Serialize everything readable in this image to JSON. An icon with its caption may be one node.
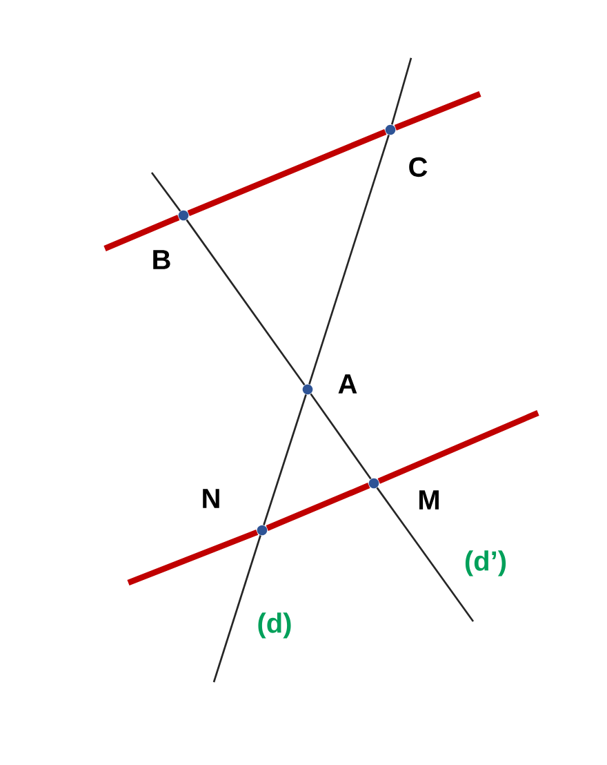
{
  "diagram": {
    "nodes": [
      {
        "text": [],
        "shape": "circle",
        "beside": [
          "C"
        ]
      },
      {
        "text": [],
        "shape": "circle",
        "beside": [
          "B"
        ]
      },
      {
        "text": [],
        "shape": "circle",
        "beside": [
          "A"
        ]
      },
      {
        "text": [],
        "shape": "circle",
        "beside": [
          "M"
        ]
      },
      {
        "text": [],
        "shape": "circle",
        "beside": [
          "N"
        ]
      }
    ],
    "edges": [
      {
        "from": 1,
        "to": 0,
        "arrow": "none",
        "color": "#c00000",
        "style": "thick"
      },
      {
        "from": null,
        "to": 1,
        "arrow": "none",
        "color": "#c00000",
        "style": "thick"
      },
      {
        "from": 0,
        "to": null,
        "arrow": "none",
        "color": "#c00000",
        "style": "thick"
      },
      {
        "from": 4,
        "to": 3,
        "arrow": "none",
        "color": "#c00000",
        "style": "thick"
      },
      {
        "from": null,
        "to": 4,
        "arrow": "none",
        "color": "#c00000",
        "style": "thick"
      },
      {
        "from": 3,
        "to": null,
        "arrow": "none",
        "color": "#c00000",
        "style": "thick"
      },
      {
        "from": null,
        "to": 0,
        "arrow": "none"
      },
      {
        "from": 0,
        "to": 2,
        "arrow": "none"
      },
      {
        "from": 2,
        "to": 4,
        "arrow": "none"
      },
      {
        "from": 4,
        "to": null,
        "arrow": "none"
      },
      {
        "from": null,
        "to": 1,
        "arrow": "none"
      },
      {
        "from": 1,
        "to": 2,
        "arrow": "none"
      },
      {
        "from": 2,
        "to": 3,
        "arrow": "none"
      },
      {
        "from": 3,
        "to": null,
        "arrow": "none"
      }
    ],
    "labels": [
      "(d’)",
      "(d)"
    ]
  }
}
